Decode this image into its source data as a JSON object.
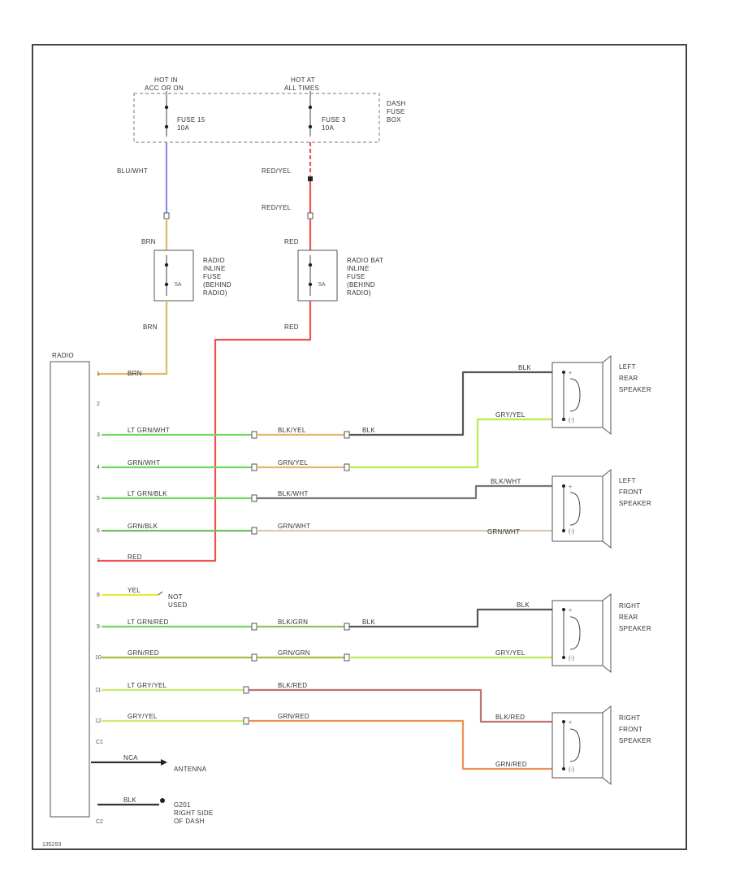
{
  "fuse_box": {
    "hot1": "HOT IN",
    "hot1_sub": "ACC OR ON",
    "hot2": "HOT AT",
    "hot2_sub": "ALL TIMES",
    "fuse1": "FUSE 15",
    "fuse1_amp": "10A",
    "fuse2": "FUSE 3",
    "fuse2_amp": "10A",
    "name": [
      "DASH",
      "FUSE",
      "BOX"
    ]
  },
  "inline_fuses": {
    "f1_amp": "5A",
    "f1_label": [
      "RADIO",
      "INLINE",
      "FUSE",
      "(BEHIND",
      "RADIO)"
    ],
    "f2_amp": "5A",
    "f2_label": [
      "RADIO BAT",
      "INLINE",
      "FUSE",
      "(BEHIND",
      "RADIO)"
    ]
  },
  "wires": {
    "blu_wht": "BLU/WHT",
    "red_yel_1": "RED/YEL",
    "red_yel_2": "RED/YEL",
    "brn_top": "BRN",
    "red_top": "RED",
    "brn_bot": "BRN",
    "red_bot": "RED"
  },
  "radio": {
    "name": "RADIO",
    "pins": [
      {
        "pin": "1",
        "wire": "BRN"
      },
      {
        "pin": "2",
        "wire": ""
      },
      {
        "pin": "3",
        "wire": "LT GRN/WHT",
        "mid": "BLK/YEL",
        "end": "BLK"
      },
      {
        "pin": "4",
        "wire": "GRN/WHT",
        "mid": "GRN/YEL",
        "end": "GRY/YEL"
      },
      {
        "pin": "5",
        "wire": "LT GRN/BLK",
        "mid": "BLK/WHT"
      },
      {
        "pin": "6",
        "wire": "GRN/BLK",
        "mid": "GRN/WHT"
      },
      {
        "pin": "7",
        "wire": "RED"
      },
      {
        "pin": "8",
        "wire": "YEL"
      },
      {
        "pin": "9",
        "wire": "LT GRN/RED",
        "mid": "BLK/GRN",
        "end": "BLK"
      },
      {
        "pin": "10",
        "wire": "GRN/RED",
        "mid": "GRN/GRN",
        "end": "GRY/YEL"
      },
      {
        "pin": "11",
        "wire": "LT GRY/YEL",
        "mid": "BLK/RED"
      },
      {
        "pin": "12",
        "wire": "GRY/YEL",
        "mid": "GRN/RED"
      }
    ],
    "not_used": [
      "NOT",
      "USED"
    ],
    "c1": "C1",
    "c2": "C2"
  },
  "speakers": {
    "left_rear": {
      "name": [
        "LEFT",
        "REAR",
        "SPEAKER"
      ],
      "top": "BLK",
      "bot": "GRY/YEL"
    },
    "left_front": {
      "name": [
        "LEFT",
        "FRONT",
        "SPEAKER"
      ],
      "top": "BLK/WHT",
      "bot": "GRN/WHT"
    },
    "right_rear": {
      "name": [
        "RIGHT",
        "REAR",
        "SPEAKER"
      ],
      "top": "BLK",
      "bot": "GRY/YEL"
    },
    "right_front": {
      "name": [
        "RIGHT",
        "FRONT",
        "SPEAKER"
      ],
      "top": "BLK/RED",
      "bot": "GRN/RED"
    },
    "pin_plus": "+",
    "pin_minus": "(-)"
  },
  "antenna": {
    "wire": "NCA",
    "label": "ANTENNA"
  },
  "ground": {
    "wire": "BLK",
    "label": [
      "G201",
      "RIGHT SIDE",
      "OF DASH"
    ]
  },
  "footer": "135293",
  "colors": {
    "blue": "#8c8cf0",
    "red": "#f05050",
    "pink": "#f07070",
    "tan": "#e0b86a",
    "green": "#70d860",
    "lime": "#b8ec50",
    "black": "#555555",
    "gray": "#888888",
    "beige": "#d8ccb0",
    "yellow": "#e8e840",
    "orange": "#f09050"
  }
}
